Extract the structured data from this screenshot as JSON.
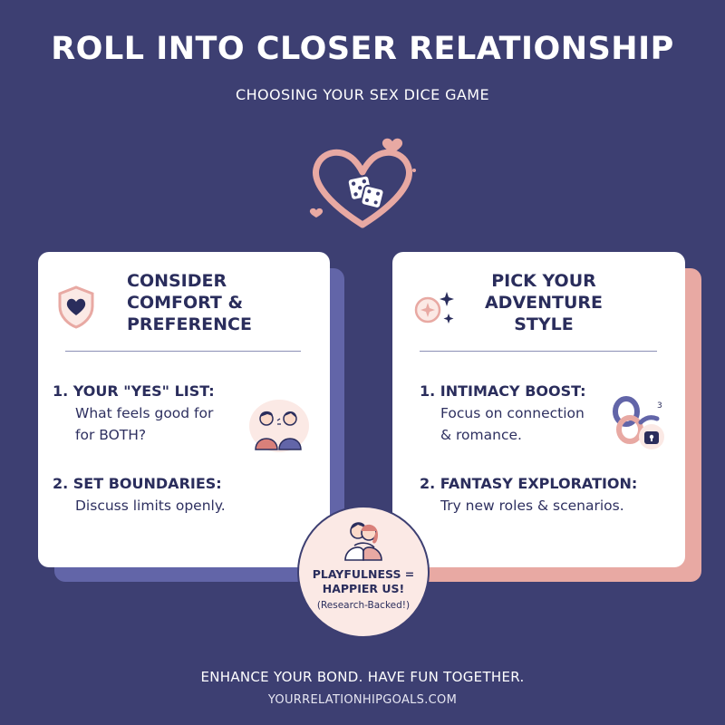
{
  "header": {
    "title": "ROLL INTO CLOSER RELATIONSHIP",
    "subtitle": "CHOOSING YOUR SEX DICE GAME"
  },
  "left_card": {
    "title_lines": [
      "CONSIDER",
      "COMFORT &",
      "PREFERENCE"
    ],
    "items": [
      {
        "heading": "1. YOUR \"YES\" LIST:",
        "body_lines": [
          "What feels good for",
          "for BOTH?"
        ]
      },
      {
        "heading": "2. SET BOUNDARIES:",
        "body_lines": [
          "Discuss limits openly."
        ]
      }
    ]
  },
  "right_card": {
    "title_lines": [
      "PICK YOUR",
      "ADVENTURE",
      "STYLE"
    ],
    "items": [
      {
        "heading": "1. INTIMACY BOOST:",
        "body_lines": [
          "Focus on connection",
          "& romance."
        ]
      },
      {
        "heading": "2. FANTASY EXPLORATION:",
        "body_lines": [
          "Try new roles & scenarios."
        ]
      }
    ]
  },
  "badge": {
    "heading_lines": [
      "PLAYFULNESS =",
      "HAPPIER US!"
    ],
    "note": "(Research-Backed!)"
  },
  "footer": {
    "tagline": "ENHANCE YOUR BOND. HAVE FUN TOGETHER.",
    "website": "YOURRELATIONHIPGOALS.COM"
  },
  "icons": {
    "hero": "heart-dice-icon",
    "left_card": "heart-shield-icon",
    "left_item": "couple-talking-icon",
    "right_card": "sparkle-icon",
    "right_item": "lock-chain-icon",
    "badge": "embracing-couple-icon"
  },
  "colors": {
    "background": "#3d3f72",
    "left_accent": "#6265a8",
    "right_accent": "#e8a9a3",
    "card": "#ffffff",
    "ink": "#2a2d5c"
  }
}
